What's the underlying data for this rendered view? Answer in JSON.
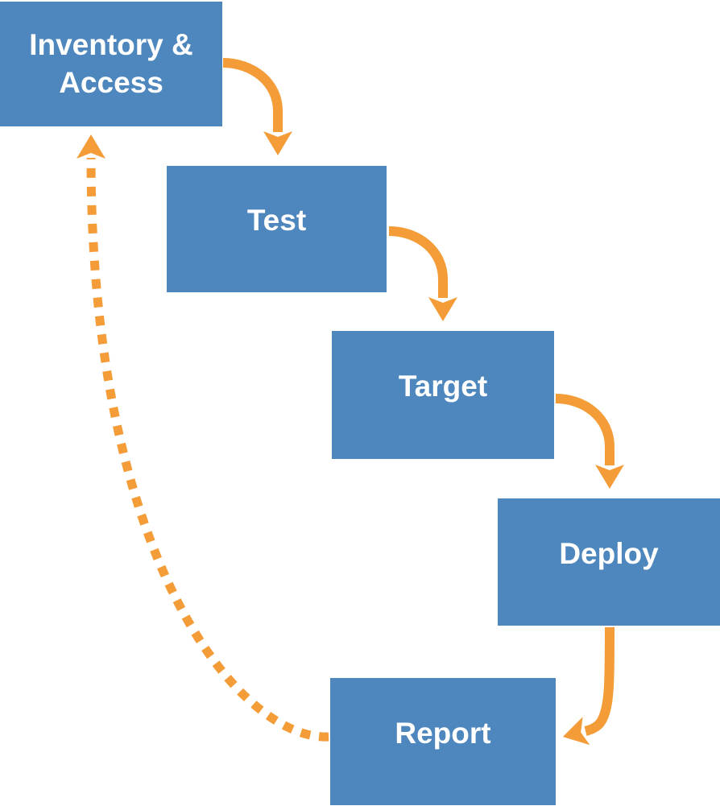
{
  "diagram": {
    "nodes": [
      {
        "id": "inventory-access",
        "label": "Inventory & Access"
      },
      {
        "id": "test",
        "label": "Test"
      },
      {
        "id": "target",
        "label": "Target"
      },
      {
        "id": "deploy",
        "label": "Deploy"
      },
      {
        "id": "report",
        "label": "Report"
      }
    ],
    "edges": [
      {
        "from": "inventory-access",
        "to": "test",
        "style": "solid"
      },
      {
        "from": "test",
        "to": "target",
        "style": "solid"
      },
      {
        "from": "target",
        "to": "deploy",
        "style": "solid"
      },
      {
        "from": "deploy",
        "to": "report",
        "style": "solid"
      },
      {
        "from": "report",
        "to": "inventory-access",
        "style": "dashed"
      }
    ],
    "colors": {
      "node_fill": "#4D87BD",
      "node_text": "#FFFFFF",
      "arrow": "#F39C38",
      "background": "#FFFFFF"
    }
  }
}
